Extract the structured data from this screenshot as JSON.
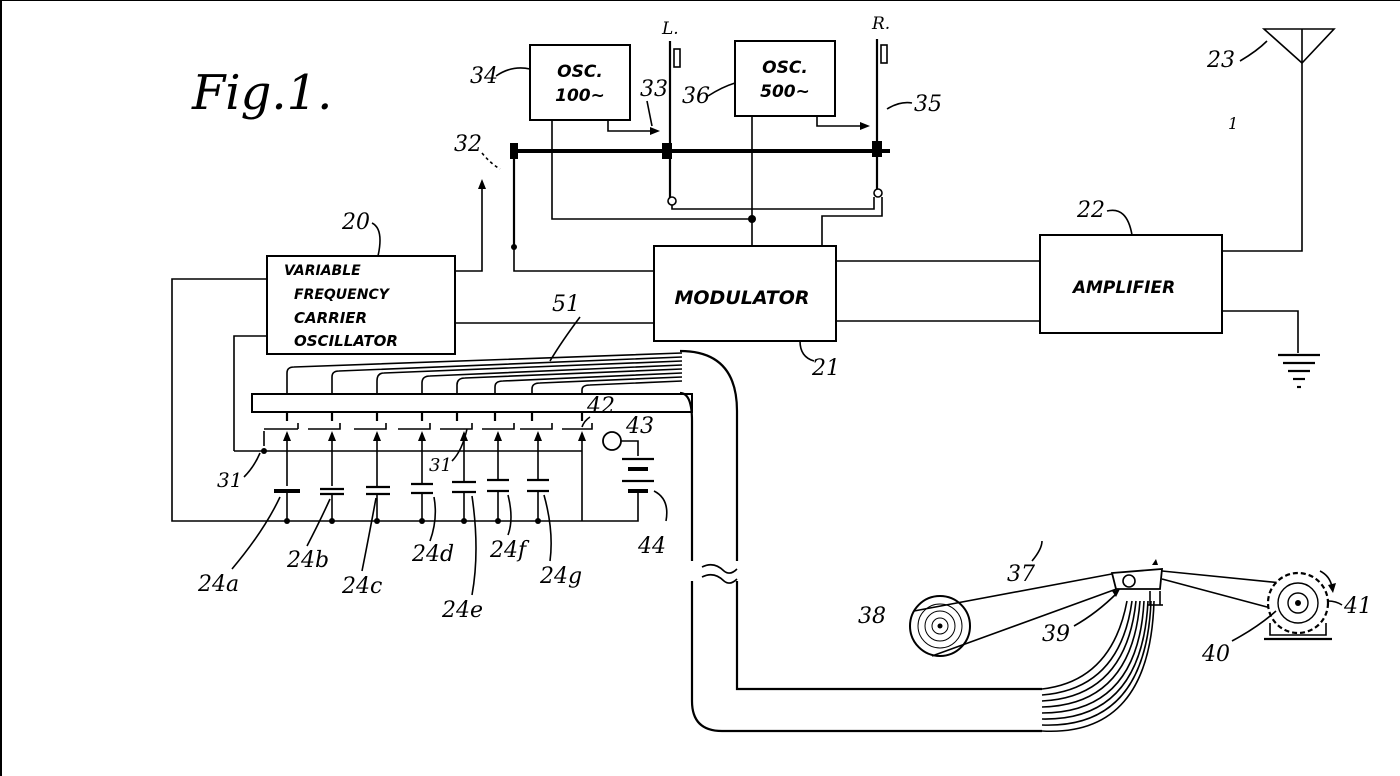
{
  "figure": {
    "title": "Fig.1.",
    "blocks": {
      "osc_left": [
        "OSC.",
        "100~"
      ],
      "osc_right": [
        "OSC.",
        "500~"
      ],
      "carrier": [
        "VARIABLE",
        "FREQUENCY",
        "CARRIER",
        "OSCILLATOR"
      ],
      "modulator": "MODULATOR",
      "amplifier": "AMPLIFIER"
    },
    "key_labels": {
      "left": "L.",
      "right": "R."
    },
    "refs": {
      "r20": "20",
      "r21": "21",
      "r22": "22",
      "r23": "23",
      "r31a": "31",
      "r31b": "31",
      "r32": "32",
      "r33": "33",
      "r34": "34",
      "r35": "35",
      "r36": "36",
      "r37": "37",
      "r38": "38",
      "r39": "39",
      "r40": "40",
      "r41": "41",
      "r42": "42",
      "r43": "43",
      "r44": "44",
      "r51": "51",
      "r24a": "24a",
      "r24b": "24b",
      "r24c": "24c",
      "r24d": "24d",
      "r24e": "24e",
      "r24f": "24f",
      "r24g": "24g",
      "stray": "1"
    }
  }
}
